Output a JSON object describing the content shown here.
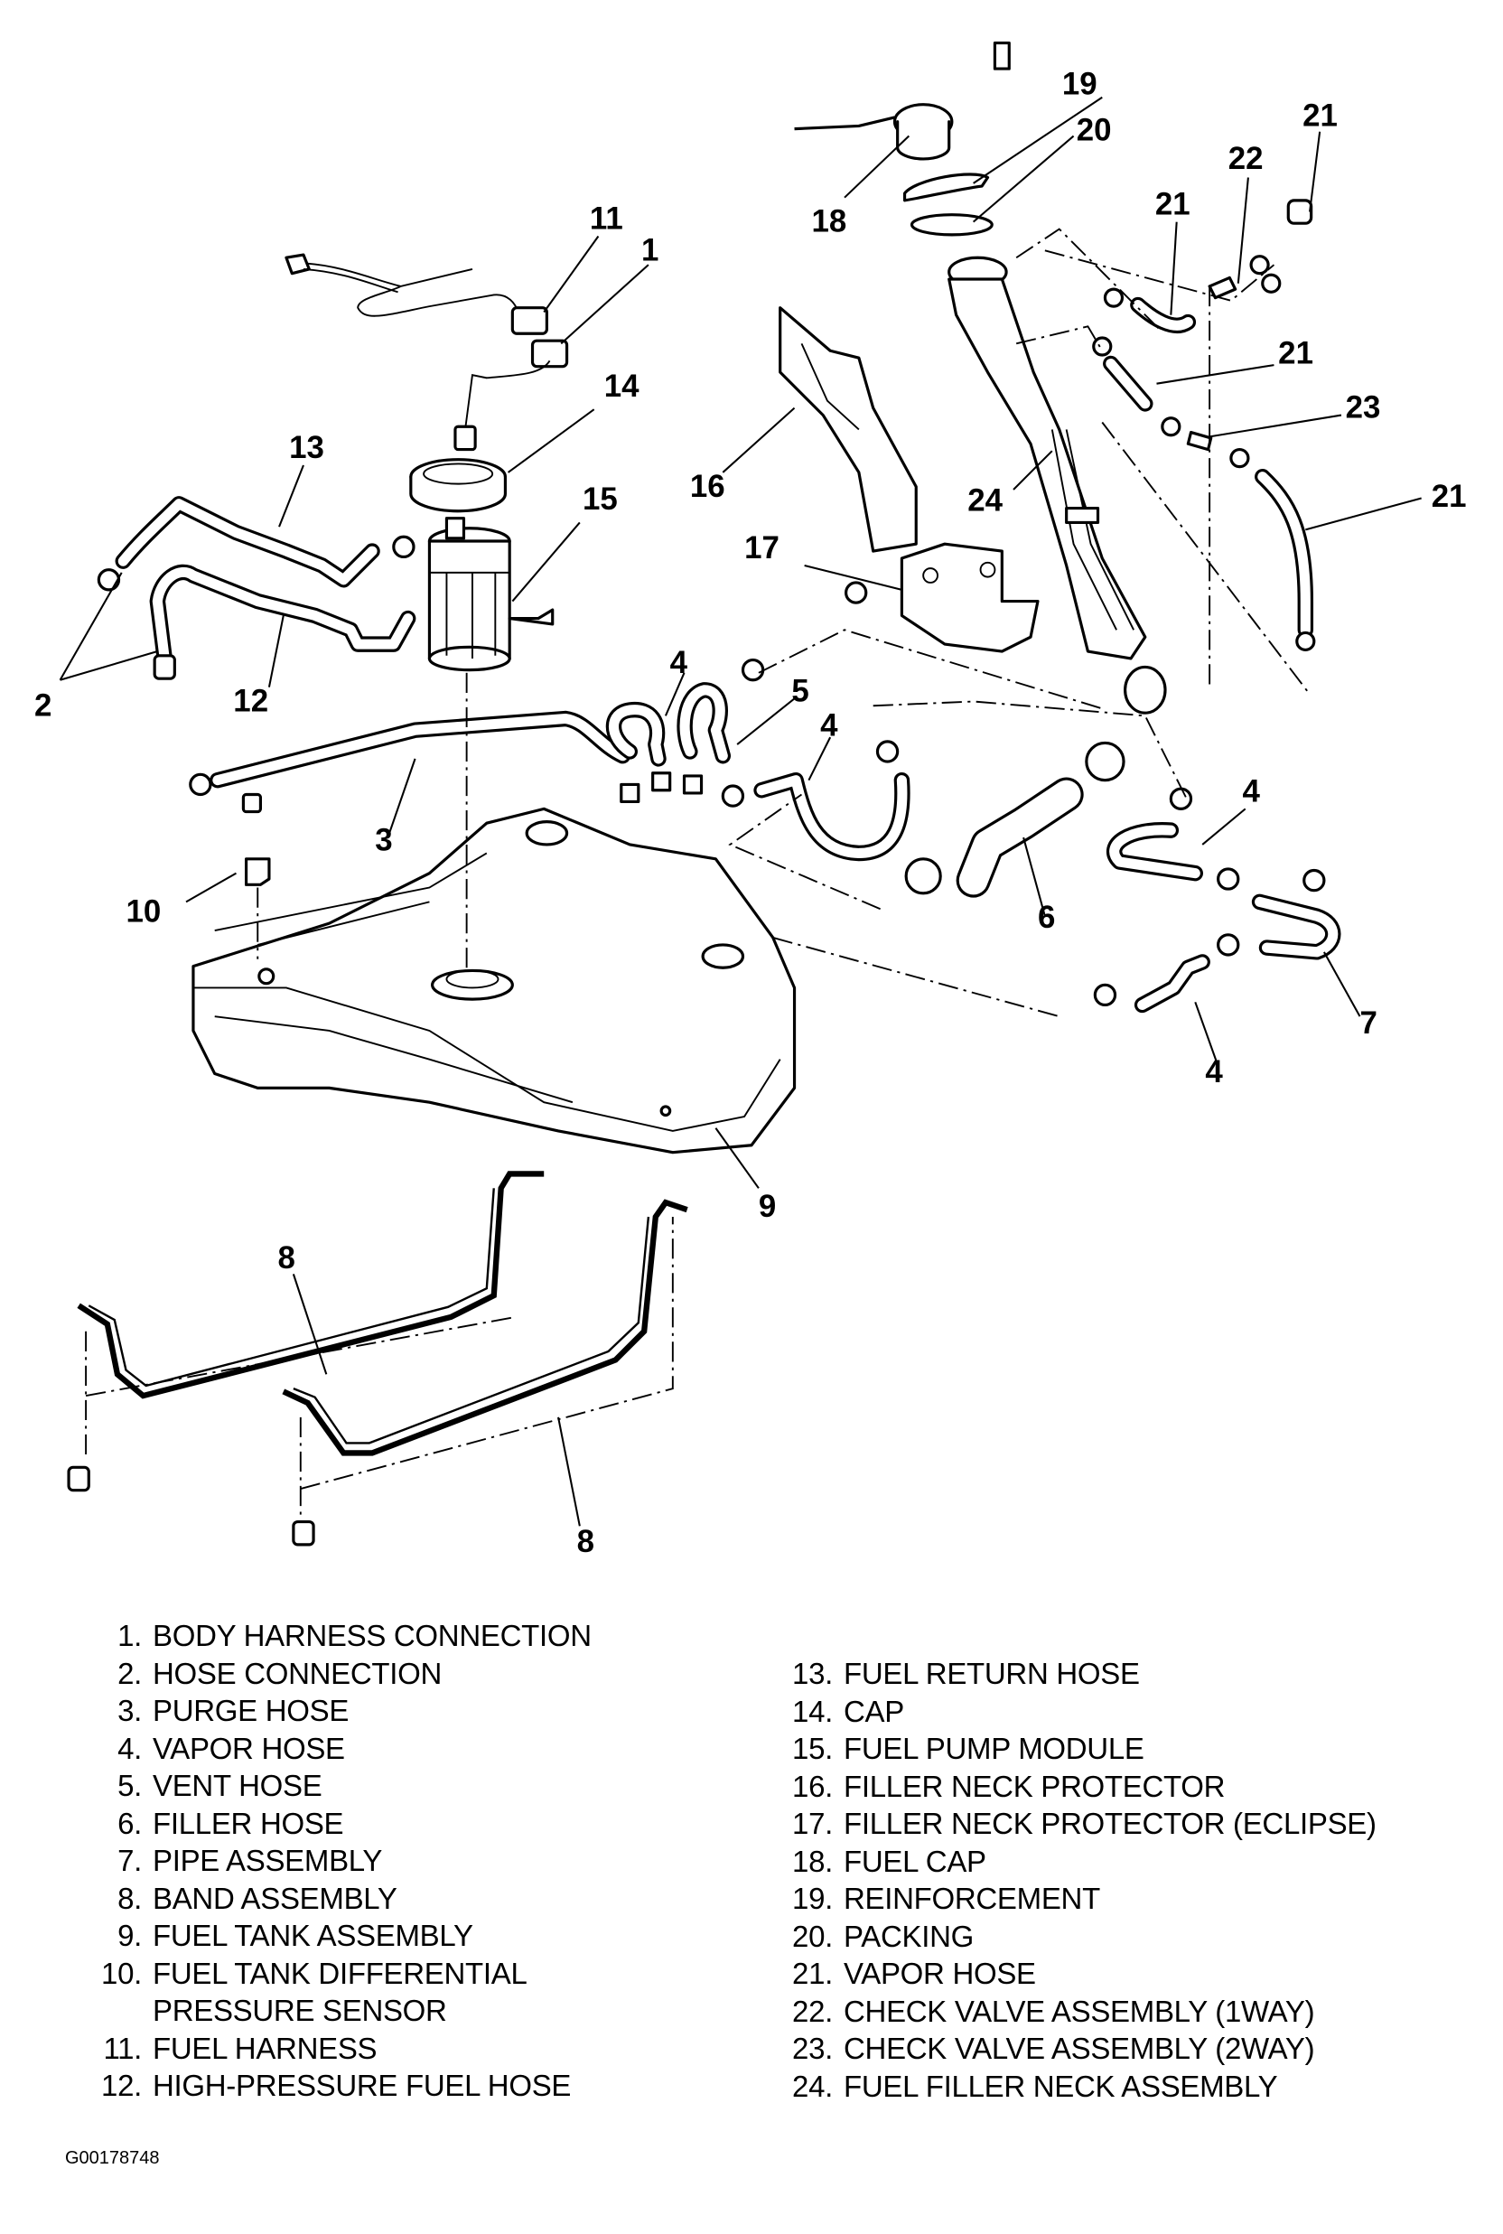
{
  "diagram": {
    "title": "Fuel tank and filler neck components (exploded view)",
    "callouts": {
      "c1": "1",
      "c2": "2",
      "c3": "3",
      "c4a": "4",
      "c4b": "4",
      "c4c": "4",
      "c4d": "4",
      "c5": "5",
      "c6": "6",
      "c7": "7",
      "c8a": "8",
      "c8b": "8",
      "c9": "9",
      "c10": "10",
      "c11": "11",
      "c12": "12",
      "c13": "13",
      "c14": "14",
      "c15": "15",
      "c16": "16",
      "c17": "17",
      "c18": "18",
      "c19": "19",
      "c20": "20",
      "c21a": "21",
      "c21b": "21",
      "c21c": "21",
      "c21d": "21",
      "c22": "22",
      "c23": "23",
      "c24": "24"
    }
  },
  "legend": {
    "left": [
      {
        "num": "1.",
        "text": "BODY HARNESS CONNECTION"
      },
      {
        "num": "2.",
        "text": "HOSE CONNECTION"
      },
      {
        "num": "3.",
        "text": "PURGE HOSE"
      },
      {
        "num": "4.",
        "text": "VAPOR HOSE"
      },
      {
        "num": "5.",
        "text": "VENT HOSE"
      },
      {
        "num": "6.",
        "text": "FILLER HOSE"
      },
      {
        "num": "7.",
        "text": "PIPE ASSEMBLY"
      },
      {
        "num": "8.",
        "text": "BAND ASSEMBLY"
      },
      {
        "num": "9.",
        "text": "FUEL TANK ASSEMBLY"
      },
      {
        "num": "10.",
        "text": "FUEL TANK DIFFERENTIAL",
        "cont": "PRESSURE SENSOR"
      },
      {
        "num": "11.",
        "text": "FUEL HARNESS"
      },
      {
        "num": "12.",
        "text": "HIGH-PRESSURE FUEL HOSE"
      }
    ],
    "right": [
      {
        "num": "13.",
        "text": "FUEL RETURN HOSE"
      },
      {
        "num": "14.",
        "text": "CAP"
      },
      {
        "num": "15.",
        "text": "FUEL PUMP MODULE"
      },
      {
        "num": "16.",
        "text": "FILLER NECK PROTECTOR"
      },
      {
        "num": "17.",
        "text": "FILLER NECK PROTECTOR (ECLIPSE)"
      },
      {
        "num": "18.",
        "text": "FUEL CAP"
      },
      {
        "num": "19.",
        "text": "REINFORCEMENT"
      },
      {
        "num": "20.",
        "text": "PACKING"
      },
      {
        "num": "21.",
        "text": "VAPOR HOSE"
      },
      {
        "num": "22.",
        "text": "CHECK VALVE ASSEMBLY (1WAY)"
      },
      {
        "num": "23.",
        "text": "CHECK VALVE ASSEMBLY (2WAY)"
      },
      {
        "num": "24.",
        "text": "FUEL FILLER NECK ASSEMBLY"
      }
    ]
  },
  "figure_id": "G00178748"
}
